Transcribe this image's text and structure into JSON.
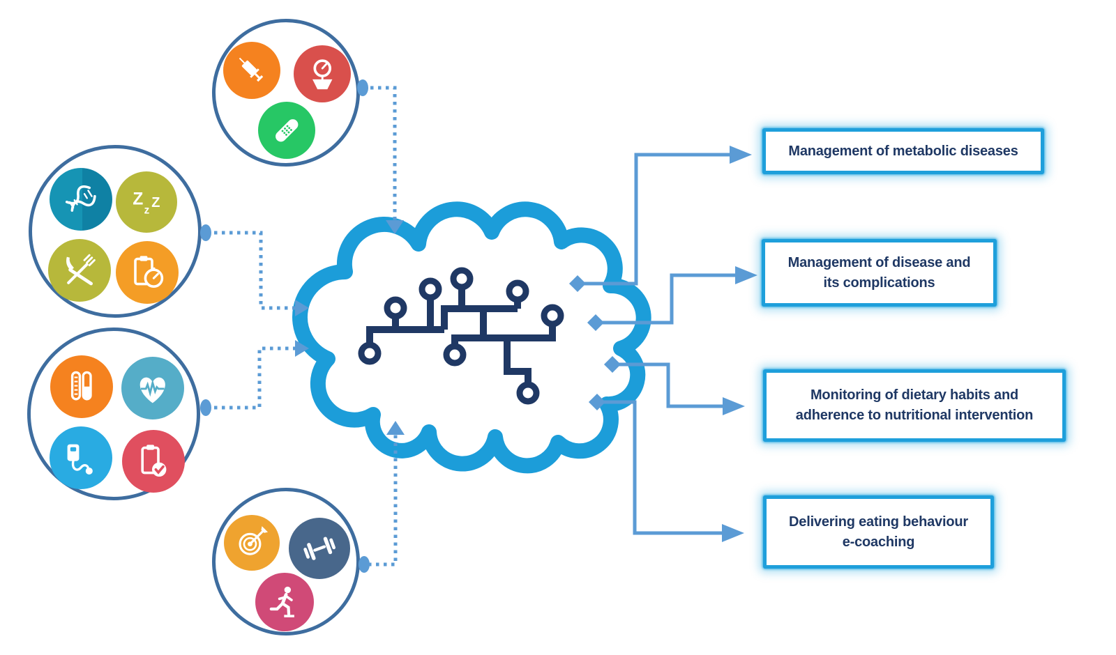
{
  "figure": {
    "type": "concept-diagram",
    "background": "#ffffff",
    "palette": {
      "cluster_ring": "#3E6D9F",
      "connector_blue": "#5B9BD5",
      "brain_outline": "#1C9DD9",
      "circuit_navy": "#1F3864",
      "box_border": "#1E9FDB",
      "box_text": "#1F3864"
    },
    "input_clusters": [
      {
        "name": "medical-treatment-cluster",
        "icons": [
          {
            "name": "syringe-icon",
            "color": "#F5821F"
          },
          {
            "name": "weight-scale-icon",
            "color": "#D9504C"
          },
          {
            "name": "bandage-icon",
            "color": "#27C765"
          }
        ]
      },
      {
        "name": "lifestyle-cluster",
        "icons": [
          {
            "name": "dna-icon",
            "color": "#1694B4"
          },
          {
            "name": "sleep-zzz-icon",
            "color": "#B7B83B"
          },
          {
            "name": "utensils-icon",
            "color": "#B7B83B"
          },
          {
            "name": "diet-log-stopwatch-icon",
            "color": "#F49D26"
          }
        ]
      },
      {
        "name": "clinical-data-cluster",
        "icons": [
          {
            "name": "test-tubes-icon",
            "color": "#F5821F"
          },
          {
            "name": "heart-ecg-icon",
            "color": "#55ADC8"
          },
          {
            "name": "blood-pressure-icon",
            "color": "#29ABE2"
          },
          {
            "name": "medical-record-check-icon",
            "color": "#E04F5F"
          }
        ]
      },
      {
        "name": "physical-activity-cluster",
        "icons": [
          {
            "name": "target-dart-icon",
            "color": "#EFA32F"
          },
          {
            "name": "dumbbell-icon",
            "color": "#48678B"
          },
          {
            "name": "runner-icon",
            "color": "#D04A77"
          }
        ]
      }
    ],
    "center": {
      "name": "ai-brain-circuit"
    },
    "outputs": [
      {
        "line1": "Management of metabolic diseases",
        "line2": "",
        "full_text": "Management of metabolic diseases"
      },
      {
        "line1": "Management of disease and",
        "line2": "its complications",
        "full_text": "Management of disease and its complications"
      },
      {
        "line1": "Monitoring of dietary habits and",
        "line2": "adherence to nutritional intervention",
        "full_text": "Monitoring of dietary habits and adherence to nutritional intervention"
      },
      {
        "line1": "Delivering eating behaviour",
        "line2": "e-coaching",
        "full_text": "Delivering eating behaviour e-coaching"
      }
    ],
    "sleep_glyphs": {
      "z1": "Z",
      "z2": "z",
      "z3": "Z"
    }
  }
}
